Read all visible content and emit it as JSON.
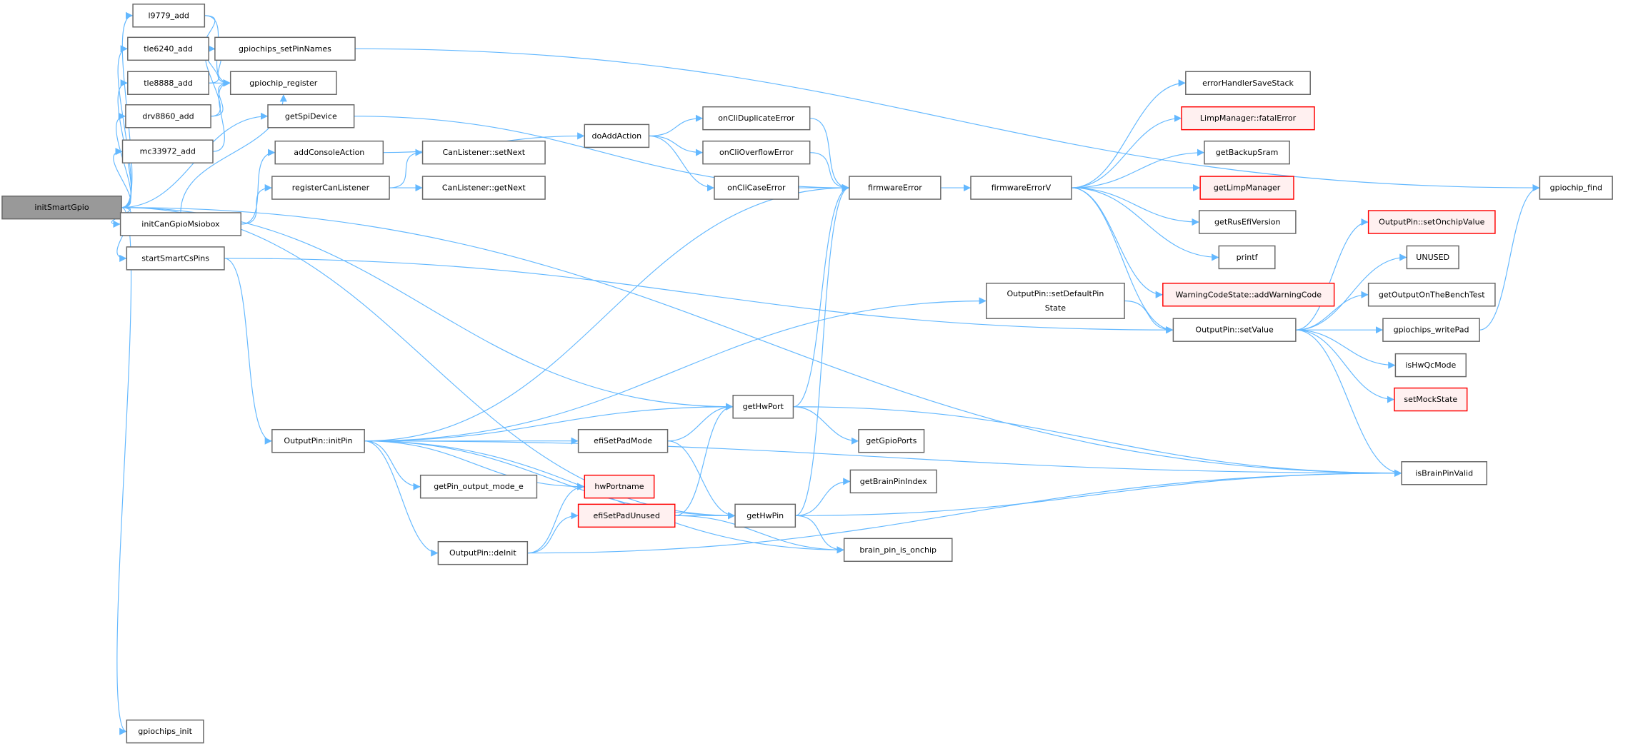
{
  "graph": {
    "nodes": {
      "initSmartGpio": {
        "label": "initSmartGpio",
        "style": "root"
      },
      "l9779_add": {
        "label": "l9779_add"
      },
      "tle6240_add": {
        "label": "tle6240_add"
      },
      "tle8888_add": {
        "label": "tle8888_add"
      },
      "drv8860_add": {
        "label": "drv8860_add"
      },
      "mc33972_add": {
        "label": "mc33972_add"
      },
      "initCanGpioMsiobox": {
        "label": "initCanGpioMsiobox"
      },
      "startSmartCsPins": {
        "label": "startSmartCsPins"
      },
      "gpiochips_init": {
        "label": "gpiochips_init"
      },
      "gpiochips_setPinNames": {
        "label": "gpiochips_setPinNames"
      },
      "gpiochip_register": {
        "label": "gpiochip_register"
      },
      "getSpiDevice": {
        "label": "getSpiDevice"
      },
      "addConsoleAction": {
        "label": "addConsoleAction"
      },
      "registerCanListener": {
        "label": "registerCanListener"
      },
      "setNext": {
        "label": "CanListener::setNext"
      },
      "getNext": {
        "label": "CanListener::getNext"
      },
      "doAddAction": {
        "label": "doAddAction"
      },
      "onCliDuplicateError": {
        "label": "onCliDuplicateError"
      },
      "onCliOverflowError": {
        "label": "onCliOverflowError"
      },
      "onCliCaseError": {
        "label": "onCliCaseError"
      },
      "firmwareError": {
        "label": "firmwareError"
      },
      "firmwareErrorV": {
        "label": "firmwareErrorV"
      },
      "errorHandlerSaveStack": {
        "label": "errorHandlerSaveStack"
      },
      "fatalError": {
        "label": "LimpManager::fatalError",
        "style": "red"
      },
      "getBackupSram": {
        "label": "getBackupSram"
      },
      "getLimpManager": {
        "label": "getLimpManager",
        "style": "red"
      },
      "getRusEfiVersion": {
        "label": "getRusEfiVersion"
      },
      "printf": {
        "label": "printf"
      },
      "addWarningCode": {
        "label": "WarningCodeState::addWarningCode",
        "style": "red"
      },
      "setDefaultPinState": {
        "label": "OutputPin::setDefaultPin",
        "label2": "State"
      },
      "setValue": {
        "label": "OutputPin::setValue"
      },
      "gpiochip_find": {
        "label": "gpiochip_find"
      },
      "setOnchipValue": {
        "label": "OutputPin::setOnchipValue",
        "style": "red"
      },
      "UNUSED": {
        "label": "UNUSED"
      },
      "getOutputOnTheBenchTest": {
        "label": "getOutputOnTheBenchTest"
      },
      "gpiochips_writePad": {
        "label": "gpiochips_writePad"
      },
      "isHwQcMode": {
        "label": "isHwQcMode"
      },
      "setMockState": {
        "label": "setMockState",
        "style": "red"
      },
      "initPin": {
        "label": "OutputPin::initPin"
      },
      "getHwPort": {
        "label": "getHwPort"
      },
      "getGpioPorts": {
        "label": "getGpioPorts"
      },
      "efiSetPadMode": {
        "label": "efiSetPadMode"
      },
      "getPin_output_mode_e": {
        "label": "getPin_output_mode_e"
      },
      "hwPortname": {
        "label": "hwPortname",
        "style": "red"
      },
      "efiSetPadUnused": {
        "label": "efiSetPadUnused",
        "style": "red"
      },
      "getHwPin": {
        "label": "getHwPin"
      },
      "getBrainPinIndex": {
        "label": "getBrainPinIndex"
      },
      "isBrainPinValid": {
        "label": "isBrainPinValid"
      },
      "brain_pin_is_onchip": {
        "label": "brain_pin_is_onchip"
      },
      "deInit": {
        "label": "OutputPin::deInit"
      }
    },
    "edges": [
      [
        "initSmartGpio",
        "l9779_add"
      ],
      [
        "initSmartGpio",
        "tle6240_add"
      ],
      [
        "initSmartGpio",
        "tle8888_add"
      ],
      [
        "initSmartGpio",
        "drv8860_add"
      ],
      [
        "initSmartGpio",
        "mc33972_add"
      ],
      [
        "initSmartGpio",
        "getSpiDevice"
      ],
      [
        "initSmartGpio",
        "initCanGpioMsiobox"
      ],
      [
        "initSmartGpio",
        "startSmartCsPins"
      ],
      [
        "initSmartGpio",
        "getHwPort"
      ],
      [
        "initSmartGpio",
        "getHwPin"
      ],
      [
        "initSmartGpio",
        "isBrainPinValid"
      ],
      [
        "initSmartGpio",
        "gpiochips_init"
      ],
      [
        "l9779_add",
        "gpiochips_setPinNames"
      ],
      [
        "l9779_add",
        "gpiochip_register"
      ],
      [
        "tle6240_add",
        "gpiochips_setPinNames"
      ],
      [
        "tle6240_add",
        "gpiochip_register"
      ],
      [
        "tle8888_add",
        "gpiochips_setPinNames"
      ],
      [
        "tle8888_add",
        "gpiochip_register"
      ],
      [
        "drv8860_add",
        "gpiochips_setPinNames"
      ],
      [
        "drv8860_add",
        "gpiochip_register"
      ],
      [
        "mc33972_add",
        "gpiochip_register"
      ],
      [
        "gpiochips_setPinNames",
        "gpiochip_find"
      ],
      [
        "getSpiDevice",
        "firmwareError"
      ],
      [
        "initCanGpioMsiobox",
        "gpiochip_register"
      ],
      [
        "initCanGpioMsiobox",
        "addConsoleAction"
      ],
      [
        "initCanGpioMsiobox",
        "registerCanListener"
      ],
      [
        "addConsoleAction",
        "doAddAction"
      ],
      [
        "registerCanListener",
        "setNext"
      ],
      [
        "registerCanListener",
        "getNext"
      ],
      [
        "doAddAction",
        "onCliDuplicateError"
      ],
      [
        "doAddAction",
        "onCliOverflowError"
      ],
      [
        "doAddAction",
        "onCliCaseError"
      ],
      [
        "onCliDuplicateError",
        "firmwareError"
      ],
      [
        "onCliOverflowError",
        "firmwareError"
      ],
      [
        "onCliCaseError",
        "firmwareError"
      ],
      [
        "firmwareError",
        "firmwareErrorV"
      ],
      [
        "firmwareErrorV",
        "errorHandlerSaveStack"
      ],
      [
        "firmwareErrorV",
        "fatalError"
      ],
      [
        "firmwareErrorV",
        "getBackupSram"
      ],
      [
        "firmwareErrorV",
        "getLimpManager"
      ],
      [
        "firmwareErrorV",
        "getRusEfiVersion"
      ],
      [
        "firmwareErrorV",
        "printf"
      ],
      [
        "firmwareErrorV",
        "addWarningCode"
      ],
      [
        "firmwareErrorV",
        "setValue"
      ],
      [
        "startSmartCsPins",
        "initPin"
      ],
      [
        "startSmartCsPins",
        "setValue"
      ],
      [
        "initPin",
        "firmwareError"
      ],
      [
        "initPin",
        "setDefaultPinState"
      ],
      [
        "initPin",
        "isBrainPinValid"
      ],
      [
        "initPin",
        "getHwPort"
      ],
      [
        "initPin",
        "getPin_output_mode_e"
      ],
      [
        "initPin",
        "hwPortname"
      ],
      [
        "initPin",
        "efiSetPadMode"
      ],
      [
        "initPin",
        "deInit"
      ],
      [
        "initPin",
        "getHwPin"
      ],
      [
        "initPin",
        "brain_pin_is_onchip"
      ],
      [
        "setDefaultPinState",
        "setValue"
      ],
      [
        "setValue",
        "setOnchipValue"
      ],
      [
        "setValue",
        "UNUSED"
      ],
      [
        "setValue",
        "getOutputOnTheBenchTest"
      ],
      [
        "setValue",
        "gpiochips_writePad"
      ],
      [
        "setValue",
        "isHwQcMode"
      ],
      [
        "setValue",
        "setMockState"
      ],
      [
        "setValue",
        "isBrainPinValid"
      ],
      [
        "gpiochips_writePad",
        "gpiochip_find"
      ],
      [
        "getHwPort",
        "firmwareError"
      ],
      [
        "getHwPort",
        "getGpioPorts"
      ],
      [
        "getHwPort",
        "isBrainPinValid"
      ],
      [
        "efiSetPadMode",
        "getHwPort"
      ],
      [
        "efiSetPadMode",
        "getHwPin"
      ],
      [
        "efiSetPadUnused",
        "getHwPort"
      ],
      [
        "efiSetPadUnused",
        "getHwPin"
      ],
      [
        "efiSetPadUnused",
        "brain_pin_is_onchip"
      ],
      [
        "deInit",
        "hwPortname"
      ],
      [
        "deInit",
        "efiSetPadUnused"
      ],
      [
        "deInit",
        "isBrainPinValid"
      ],
      [
        "getHwPin",
        "firmwareError"
      ],
      [
        "getHwPin",
        "getBrainPinIndex"
      ],
      [
        "getHwPin",
        "isBrainPinValid"
      ],
      [
        "getHwPin",
        "brain_pin_is_onchip"
      ]
    ]
  },
  "colors": {
    "edge": "#63b8ff",
    "root_fill": "#999999",
    "red_stroke": "#ff0000",
    "red_fill": "#fff0f0"
  }
}
